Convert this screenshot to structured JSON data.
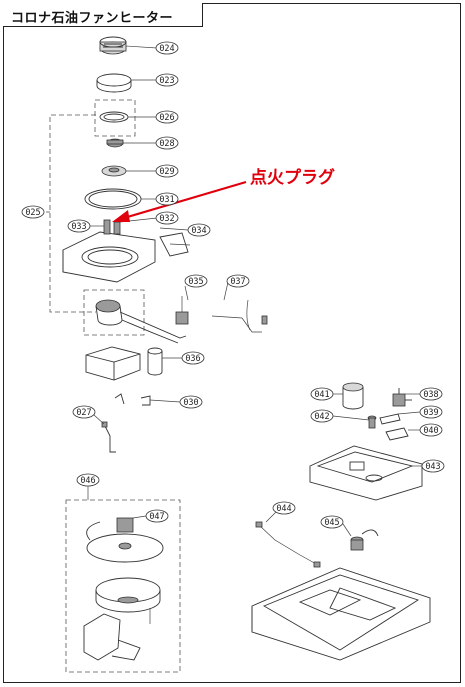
{
  "header": {
    "title": "コロナ石油ファンヒーター"
  },
  "annotation": {
    "label": "点火プラグ",
    "color": "#e0000d"
  },
  "callouts": [
    {
      "id": "c024",
      "label": "024"
    },
    {
      "id": "c023",
      "label": "023"
    },
    {
      "id": "c026",
      "label": "026"
    },
    {
      "id": "c028",
      "label": "028"
    },
    {
      "id": "c029",
      "label": "029"
    },
    {
      "id": "c031",
      "label": "031"
    },
    {
      "id": "c032",
      "label": "032"
    },
    {
      "id": "c033",
      "label": "033"
    },
    {
      "id": "c034",
      "label": "034"
    },
    {
      "id": "c025",
      "label": "025"
    },
    {
      "id": "c035",
      "label": "035"
    },
    {
      "id": "c037",
      "label": "037"
    },
    {
      "id": "c036",
      "label": "036"
    },
    {
      "id": "c030",
      "label": "030"
    },
    {
      "id": "c027",
      "label": "027"
    },
    {
      "id": "c041",
      "label": "041"
    },
    {
      "id": "c038",
      "label": "038"
    },
    {
      "id": "c042",
      "label": "042"
    },
    {
      "id": "c039",
      "label": "039"
    },
    {
      "id": "c040",
      "label": "040"
    },
    {
      "id": "c043",
      "label": "043"
    },
    {
      "id": "c046",
      "label": "046"
    },
    {
      "id": "c047",
      "label": "047"
    },
    {
      "id": "c044",
      "label": "044"
    },
    {
      "id": "c045",
      "label": "045"
    }
  ]
}
